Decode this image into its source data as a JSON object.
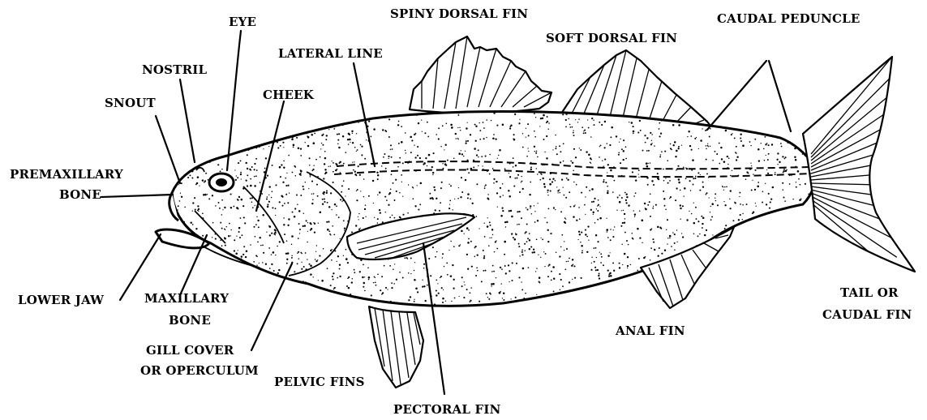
{
  "diagram": {
    "labels": {
      "eye": "EYE",
      "spiny_dorsal_fin": "SPINY DORSAL FIN",
      "caudal_peduncle": "CAUDAL PEDUNCLE",
      "nostril": "NOSTRIL",
      "lateral_line": "LATERAL LINE",
      "soft_dorsal_fin": "SOFT DORSAL FIN",
      "snout": "SNOUT",
      "cheek": "CHEEK",
      "premaxillary_bone_line1": "PREMAXILLARY",
      "premaxillary_bone_line2": "BONE",
      "lower_jaw": "LOWER JAW",
      "maxillary_bone_line1": "MAXILLARY",
      "maxillary_bone_line2": "BONE",
      "gill_cover_line1": "GILL COVER",
      "gill_cover_line2": "OR OPERCULUM",
      "pelvic_fins": "PELVIC FINS",
      "pectoral_fin": "PECTORAL FIN",
      "anal_fin": "ANAL FIN",
      "tail_line1": "TAIL OR",
      "tail_line2": "CAUDAL FIN"
    },
    "colors": {
      "ink": "#000000",
      "paper": "#ffffff"
    }
  }
}
